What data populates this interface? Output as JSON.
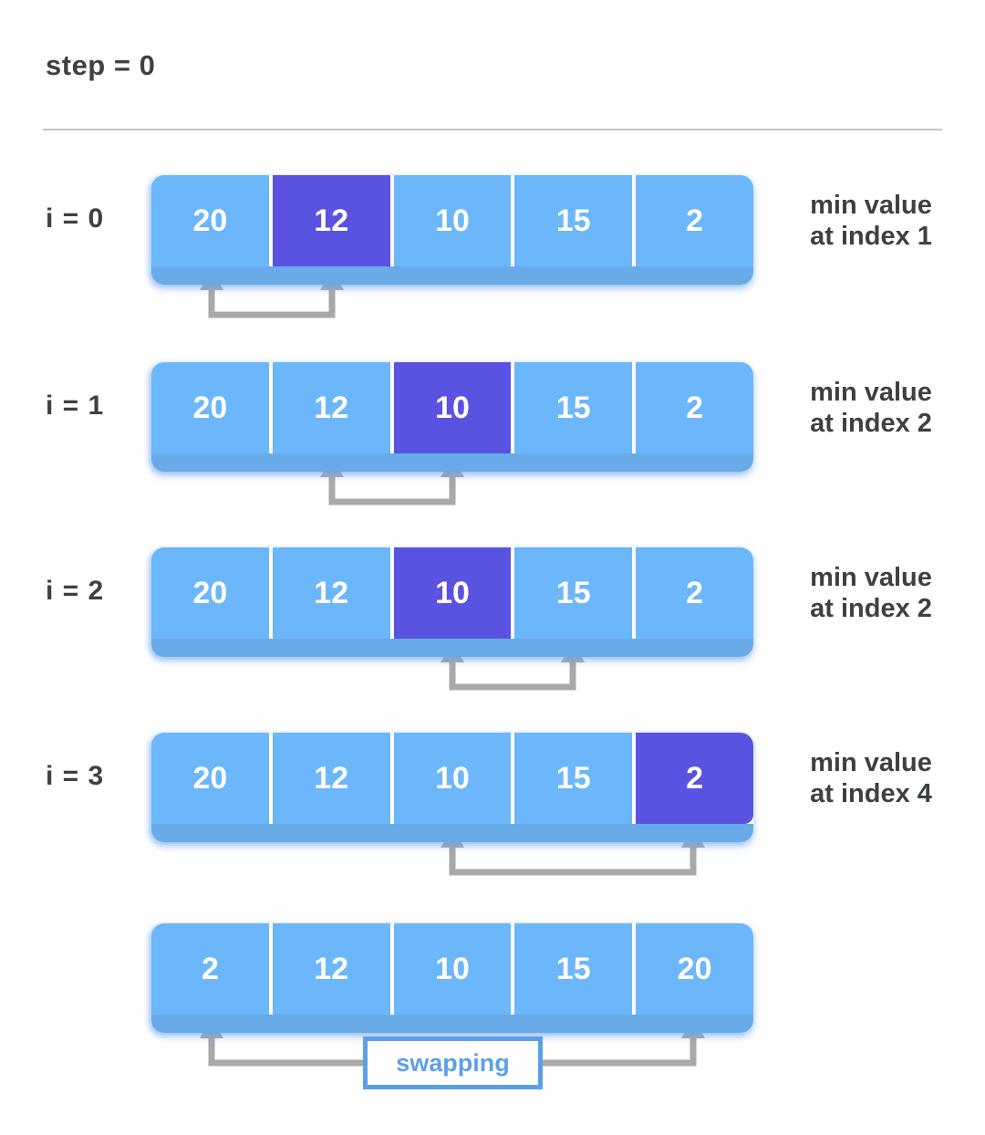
{
  "page": {
    "step_label": "step = 0"
  },
  "colors": {
    "cell_blue": "#6cb6fa",
    "cell_highlight": "#5a52e0",
    "bar_strip": "#68abe8",
    "arrow_gray": "#a9a9a9",
    "text_dark": "#3d4045",
    "divider_gray": "#c4c4c4",
    "swap_blue": "#5c9fe9",
    "value_text": "#ffffff"
  },
  "array_rows": [
    {
      "i_label": "i = 0",
      "values": [
        "20",
        "12",
        "10",
        "15",
        "2"
      ],
      "highlight_index": 1,
      "arrow": {
        "from": 0,
        "to": 1
      },
      "note": {
        "line1": "min value",
        "line2": "at index 1"
      }
    },
    {
      "i_label": "i = 1",
      "values": [
        "20",
        "12",
        "10",
        "15",
        "2"
      ],
      "highlight_index": 2,
      "arrow": {
        "from": 1,
        "to": 2
      },
      "note": {
        "line1": "min value",
        "line2": "at index 2"
      }
    },
    {
      "i_label": "i = 2",
      "values": [
        "20",
        "12",
        "10",
        "15",
        "2"
      ],
      "highlight_index": 2,
      "arrow": {
        "from": 2,
        "to": 3
      },
      "note": {
        "line1": "min value",
        "line2": "at index 2"
      }
    },
    {
      "i_label": "i = 3",
      "values": [
        "20",
        "12",
        "10",
        "15",
        "2"
      ],
      "highlight_index": 4,
      "arrow": {
        "from": 2,
        "to": 4
      },
      "note": {
        "line1": "min value",
        "line2": "at index 4"
      }
    },
    {
      "i_label": null,
      "values": [
        "2",
        "12",
        "10",
        "15",
        "20"
      ],
      "highlight_index": null,
      "arrow": {
        "from": 0,
        "to": 4
      },
      "note": null,
      "swap_label": "swapping"
    }
  ]
}
